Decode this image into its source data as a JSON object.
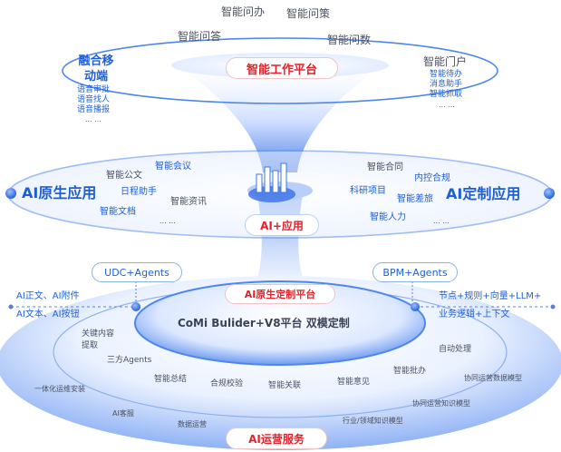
{
  "top": {
    "platform_label": "智能工作平台",
    "items": [
      "智能问办",
      "智能问策",
      "智能问答",
      "智能问数"
    ],
    "left_title": "融合移动端",
    "left_subs": [
      "语音审批",
      "语音找人",
      "语音播报"
    ],
    "left_more": "... ...",
    "right_title": "智能门户",
    "right_subs": [
      "智能待办",
      "消息助手",
      "智能抓取"
    ],
    "right_more": "... ..."
  },
  "middle": {
    "center_label": "AI+应用",
    "left_title": "AI原生应用",
    "left_items": [
      "智能公文",
      "智能会议",
      "日程助手",
      "智能资讯",
      "智能文档"
    ],
    "left_more": "... ...",
    "right_title": "AI定制应用",
    "right_items": [
      "智能合同",
      "内控合规",
      "科研项目",
      "智能差旅",
      "智能人力"
    ],
    "right_more": "... ..."
  },
  "bottom": {
    "platform_label": "AI原生定制平台",
    "headline": "CoMi Bulider+V8平台 双模定制",
    "left_pill": "UDC+Agents",
    "right_pill": "BPM+Agents",
    "left_line1": "AI正文、AI附件",
    "left_line2": "AI文本、AI按钮",
    "right_line1": "节点+规则+向量+LLM+",
    "right_line2": "业务逻辑+上下文",
    "inner_items": [
      "关键内容提取",
      "三方Agents",
      "智能总结",
      "合规校验",
      "智能关联",
      "智能意见",
      "智能批办",
      "自动处理"
    ],
    "outer_items": [
      "一体化运维安装",
      "AI客服",
      "数据运营",
      "行业/领域知识模型",
      "协同运营知识模型",
      "协同运营数据模型"
    ],
    "service_label": "AI运营服务"
  },
  "colors": {
    "accent_blue": "#1f5fd6",
    "accent_red": "#e2222c",
    "ring_blue": "#4f86ee",
    "pale_blue": "#e6efff"
  }
}
